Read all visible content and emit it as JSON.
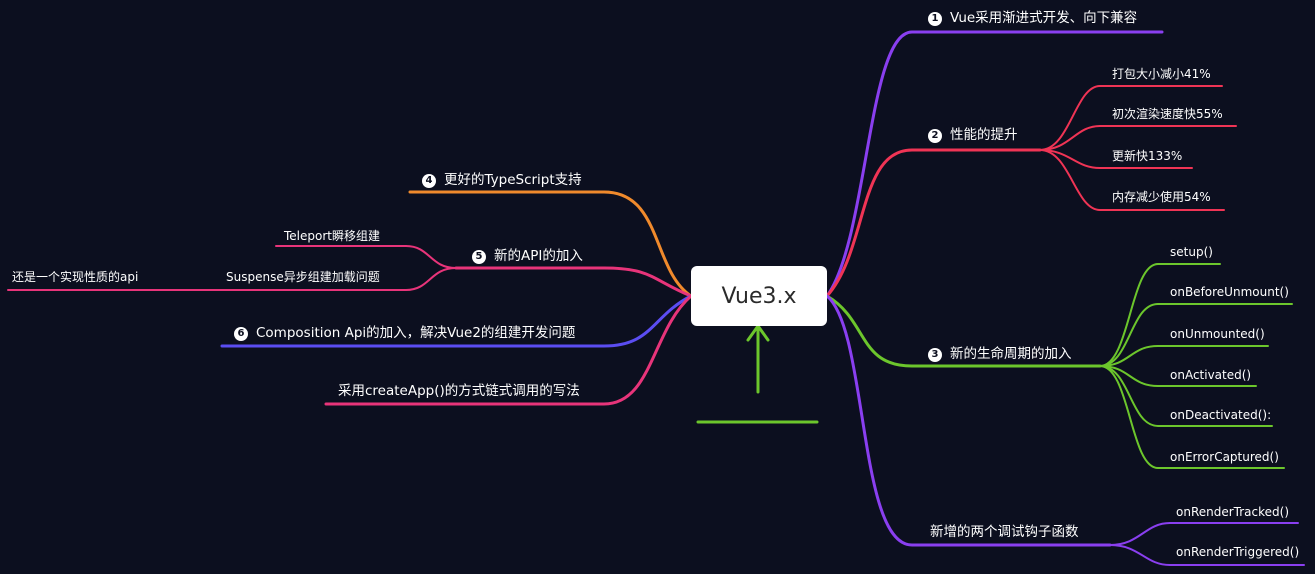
{
  "root": "Vue3.x",
  "branches": {
    "b1": {
      "num": "1",
      "text": "Vue采用渐进式开发、向下兼容"
    },
    "b2": {
      "num": "2",
      "text": "性能的提升",
      "children": [
        "打包大小减小41%",
        "初次渲染速度快55%",
        "更新快133%",
        "内存减少使用54%"
      ]
    },
    "b3": {
      "num": "3",
      "text": "新的生命周期的加入",
      "children": [
        "setup()",
        "onBeforeUnmount()",
        "onUnmounted()",
        "onActivated()",
        "onDeactivated():",
        "onErrorCaptured()"
      ]
    },
    "b4": {
      "text": "新增的两个调试钩子函数",
      "children": [
        "onRenderTracked()",
        "onRenderTriggered()"
      ]
    },
    "l1": {
      "num": "4",
      "text": "更好的TypeScript支持"
    },
    "l2": {
      "num": "5",
      "text": "新的API的加入",
      "children": [
        "Teleport瞬移组建",
        "Suspense异步组建加载问题"
      ],
      "grandchild": "还是一个实现性质的api"
    },
    "l3": {
      "num": "6",
      "text": "Composition Api的加入，解决Vue2的组建开发问题"
    },
    "l4": {
      "text": "采用createApp()的方式链式调用的写法"
    }
  },
  "colors": {
    "purple": "#8a3ff0",
    "red": "#f03455",
    "green": "#6cc62c",
    "orange": "#f08a2c",
    "pink": "#e8347a",
    "blue": "#5b4df2",
    "background": "#0c0f1f"
  }
}
